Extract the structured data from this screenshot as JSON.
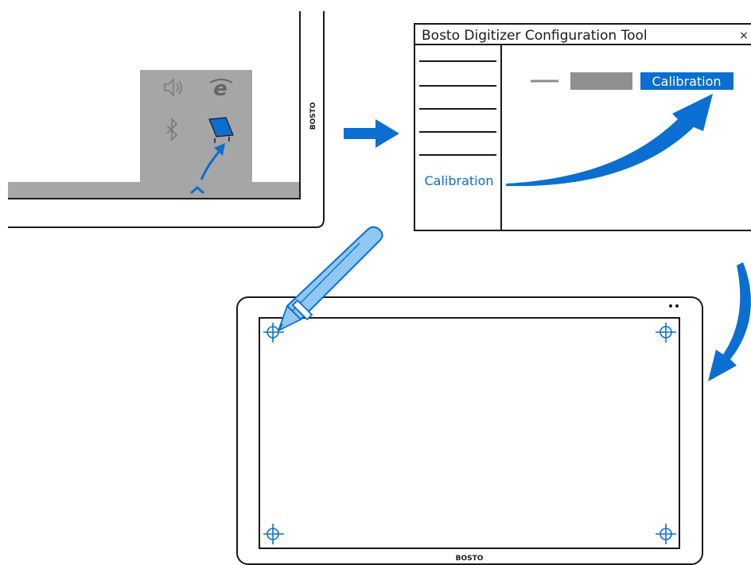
{
  "colors": {
    "accent": "#0A6FD0",
    "accent_light": "#8FC8F2",
    "line": "#1a1a1a",
    "taskbar": "#A6A6A6",
    "tray": "#A6A6A6",
    "tray_icon": "#7a7a7a",
    "placeholder_bar": "#909090",
    "dash": "#8c8c8c"
  },
  "monitor": {
    "brand_label": "BOSTO"
  },
  "tray": {
    "icons": [
      "speaker-icon",
      "internet-explorer-icon",
      "bluetooth-icon",
      "tablet-driver-icon"
    ],
    "expand_icon": "chevron-up-icon"
  },
  "config_window": {
    "title": "Bosto Digitizer Configuration Tool",
    "close_label": "×",
    "sidebar_calibration_label": "Calibration",
    "calibration_button_label": "Calibration"
  },
  "tablet": {
    "brand_label": "BOSTO",
    "indicator_icon": "status-dots-icon",
    "crosshair_icon": "crosshair-icon",
    "pen_icon": "stylus-pen-icon"
  }
}
